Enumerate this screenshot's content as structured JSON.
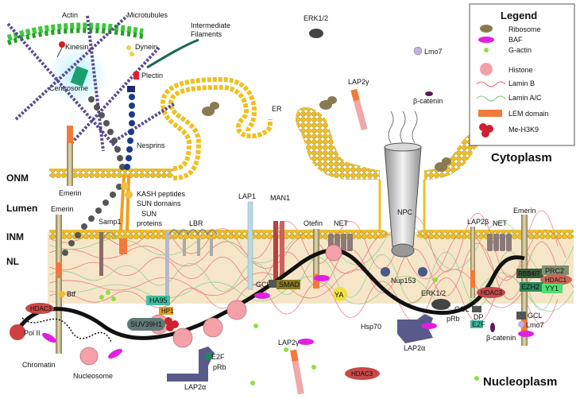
{
  "legend": {
    "title": "Legend",
    "items": {
      "ribosome": "Ribosome",
      "baf": "BAF",
      "gactin": "G-actin",
      "histone": "Histone",
      "laminb": "Lamin B",
      "laminac": "Lamin A/C",
      "lem": "LEM domain",
      "meh3k9": "Me-H3K9"
    }
  },
  "regions": {
    "cytoplasm": "Cytoplasm",
    "nucleoplasm": "Nucleoplasm",
    "onm": "ONM",
    "lumen": "Lumen",
    "inm": "INM",
    "nl": "NL"
  },
  "labels": {
    "actin": "Actin",
    "microtubules": "Microtubules",
    "intermediate_filaments_1": "Intermediate",
    "intermediate_filaments_2": "Filaments",
    "kinesin": "Kinesin",
    "dynein": "Dynein",
    "plectin": "Plectin",
    "centrosome": "Centrosome",
    "nesprins": "Nesprins",
    "emerin_top": "Emerin",
    "emerin_left": "Emerin",
    "emerin_right": "Emerin",
    "kash": "KASH peptides",
    "sun_domains": "SUN domains",
    "sun_proteins_1": "SUN",
    "sun_proteins_2": "proteins",
    "samp1": "Samp1",
    "lbr": "LBR",
    "lap1": "LAP1",
    "man1": "MAN1",
    "otefin": "Otefin",
    "net_1": "NET",
    "net_2": "NET",
    "npc": "NPC",
    "er": "ER",
    "erk_top": "ERK1/2",
    "erk_mid": "ERK1/2",
    "lmo7_top": "Lmo7",
    "lmo7_bottom": "Lmo7",
    "lap2g_top": "LAP2γ",
    "lap2g_bottom": "LAP2γ",
    "bcat_top": "β-catenin",
    "bcat_bottom": "β-catenin",
    "lap2b": "LAP2β",
    "nup153": "Nup153",
    "btf": "Btf",
    "hdac3_left": "HDAC3",
    "hdac3_right": "HDAC3",
    "hdac3_bottom": "HDAC3",
    "polii": "Pol II",
    "chromatin": "Chromatin",
    "nucleosome": "Nucleosome",
    "ha95": "HA95",
    "hp1": "HP1",
    "suv": "SUV39H1",
    "e2f_left": "E2F",
    "prb_left": "pRb",
    "lap2a_left": "LAP2α",
    "lap2a_right": "LAP2α",
    "gcl_mid": "GCL",
    "smad": "SMAD",
    "ya": "YA",
    "hsp70": "Hsp70",
    "gcl_right": "GCL",
    "dp": "DP",
    "prb_right": "pRb",
    "e2f_right": "E2F",
    "gcl_far": "GCL",
    "rbb": "RBB4/7",
    "prc2": "PRC2",
    "hdac1": "HDAC1",
    "ezh2": "EZH2",
    "yy1": "YY1"
  },
  "colors": {
    "membrane_lipid": "#f0c020",
    "lamina": "#f5e6c8",
    "lem_domain": "#f07a3a",
    "baf": "#e020e0",
    "histone": "#f4a0a8",
    "ribosome": "#8a7a50",
    "gactin": "#90e040"
  }
}
